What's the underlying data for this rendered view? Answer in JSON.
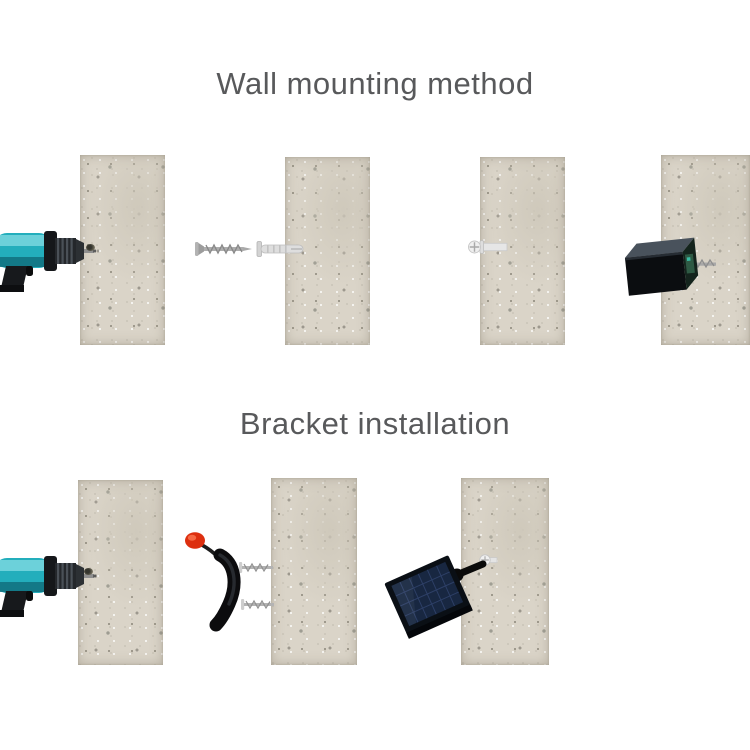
{
  "sections": {
    "wall_mounting": {
      "title": "Wall mounting method",
      "step_icons": [
        "drill-icon",
        "screw-and-wall-plug-icon",
        "wall-plug-in-wall-icon",
        "mounted-box-with-screw-icon"
      ]
    },
    "bracket_installation": {
      "title": "Bracket installation",
      "step_icons": [
        "drill-icon",
        "bracket-with-screws-icon",
        "solar-light-on-bracket-icon"
      ]
    }
  },
  "icons": {
    "block": "concrete-block",
    "drill": "drill-icon",
    "hole": "drill-hole-dot",
    "screw": "screw-icon",
    "anchor": "wall-plug-anchor-icon",
    "device": "mounted-box-with-screw-icon",
    "bracket": "bracket-with-screws-icon",
    "light": "solar-light-on-bracket-icon"
  },
  "colors": {
    "background": "#ffffff",
    "title_text": "#58595b",
    "concrete_base": "#dad4c8",
    "drill_teal": "#23aebc",
    "tool_black": "#111316",
    "handle_red": "#dd2f0f",
    "solar_cell_blue": "#182741",
    "screw_silver": "#b3b3b3"
  }
}
